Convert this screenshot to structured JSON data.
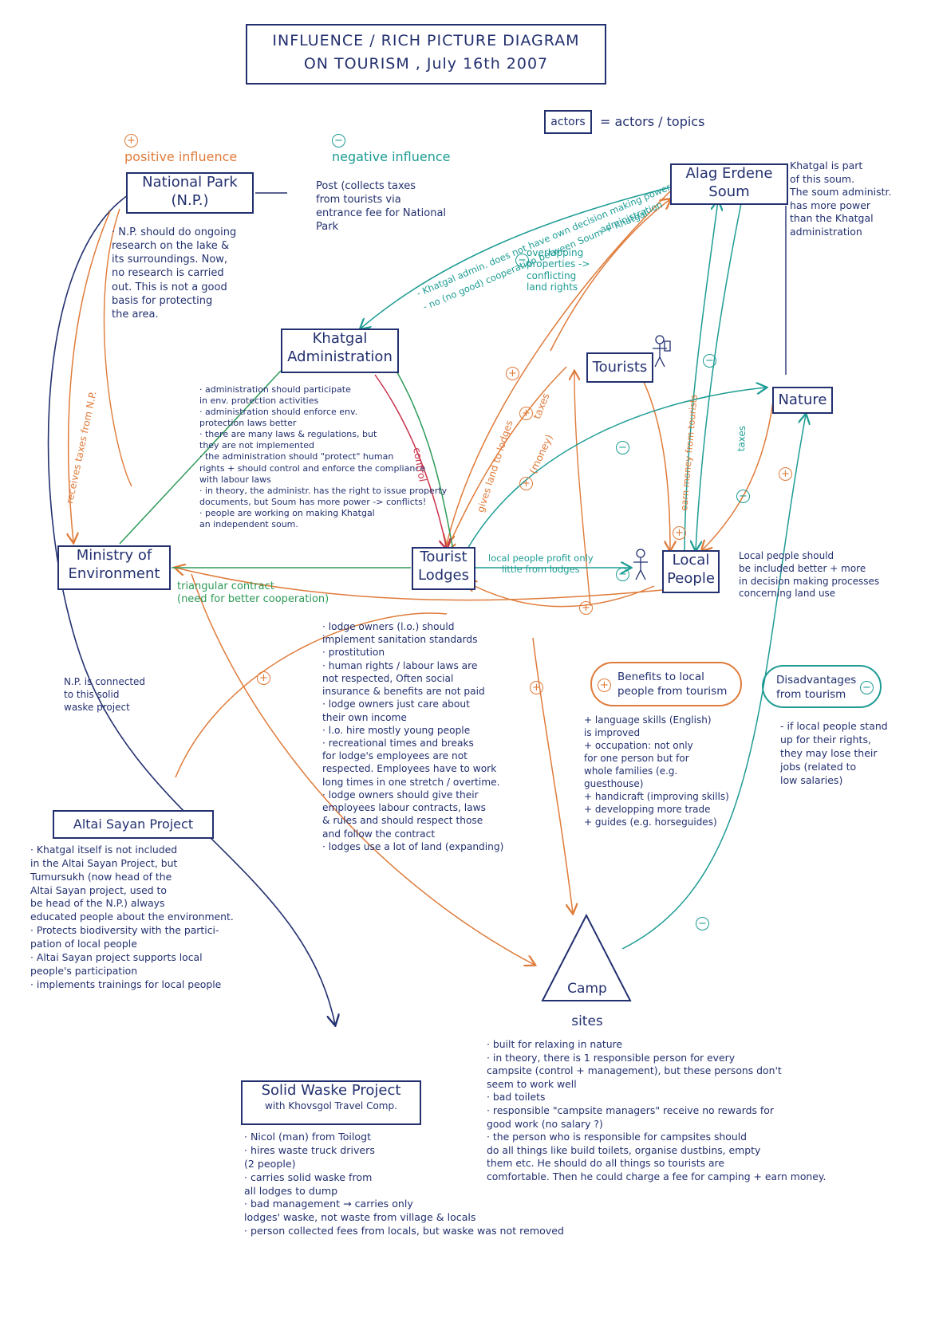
{
  "title": {
    "line1": "INFLUENCE / RICH PICTURE DIAGRAM",
    "line2": "ON TOURISM ,  July 16th 2007"
  },
  "legend": {
    "positive_symbol": "+",
    "positive_label": "positive influence",
    "negative_symbol": "−",
    "negative_label": "negative influence",
    "actors_box": "actors",
    "actors_label": "= actors / topics"
  },
  "colors": {
    "navy": "#23306f",
    "orange": "#df7b3a",
    "teal": "#1e9c94",
    "green": "#2e9a58",
    "red": "#c8314a"
  },
  "actors": {
    "national_park": {
      "line1": "National Park",
      "line2": "(N.P.)"
    },
    "alag_erdene": {
      "line1": "Alag Erdene",
      "line2": "Soum"
    },
    "khatgal": {
      "line1": "Khatgal",
      "line2": "Administration"
    },
    "tourists": {
      "line1": "Tourists"
    },
    "nature": {
      "line1": "Nature"
    },
    "ministry": {
      "line1": "Ministry of",
      "line2": "Environment"
    },
    "tourist_lodges": {
      "line1": "Tourist",
      "line2": "Lodges"
    },
    "local_people": {
      "line1": "Local",
      "line2": "People"
    },
    "altai": {
      "line1": "Altai Sayan Project"
    },
    "camp_sites": {
      "line1": "Camp",
      "line2": "sites"
    },
    "solid_waste": {
      "line1": "Solid Waske Project",
      "line2": "with Khovsgol Travel Comp."
    }
  },
  "notes": {
    "post": "Post (collects taxes\nfrom tourists via\nentrance fee for National\nPark",
    "soum_power": "Khatgal is part\nof this soum.\nThe soum administr.\nhas more power\nthan the Khatgal\nadministration",
    "np_research": "· N.P. should do ongoing\nresearch on the lake &\nits surroundings. Now,\nno research is carried\nout. This is not a good\nbasis for protecting\nthe area.",
    "khatgal_notes": "· administration should participate\n  in env. protection activities\n· administration should enforce env.\n  protection laws better\n· there are many laws & regulations, but\n  they are not implemented\n· the administration should \"protect\" human\n  rights + should control and enforce the compliance\n  with labour laws\n· in theory, the administr. has the right to issue property\n  documents, but Soum has more power -> conflicts!\n· people are working on making Khatgal\n  an independent soum.",
    "local_people": "Local people should\nbe included better + more\nin decision making processes\nconcerning land use",
    "np_connected": "N.P. is connected\nto this solid\nwaske project",
    "lodge_notes": "· lodge owners (l.o.) should\n  implement sanitation standards\n· prostitution\n· human rights / labour laws are\n  not respected, Often social\n  insurance & benefits are not paid\n· lodge owners just care about\n  their own income\n· l.o. hire mostly young people\n· recreational times and breaks\n  for lodge's employees are not\n  respected. Employees have to work\n  long times in one stretch / overtime.\n· lodge owners should give their\n  employees labour contracts, laws\n  & rules and should respect those\n  and follow the contract\n· lodges use a lot of land (expanding)",
    "benefits_title": "Benefits to local\npeople from tourism",
    "benefits_list": "+ language skills (English)\n   is improved\n+ occupation: not only\n   for one person but for\n   whole families (e.g.\n   guesthouse)\n+ handicraft (improving skills)\n+ developping more trade\n+ guides (e.g. horseguides)",
    "disadv_title": "Disadvantages\nfrom tourism",
    "disadv_list": "- if local people stand\n  up for their rights,\n  they may lose their\n  jobs (related to\n  low salaries)",
    "altai_notes": "· Khatgal itself is not included\n  in the Altai Sayan Project, but\n  Tumursukh (now head of the\n  Altai Sayan project, used to\n  be head of the N.P.) always\n  educated people about the environment.\n· Protects biodiversity with the partici-\n  pation of local people\n· Altai Sayan project supports local\n  people's participation\n· implements trainings for local people",
    "camp_notes": "· built for relaxing in nature\n· in theory, there is 1 responsible person for every\n  campsite (control + management), but these persons don't\n  seem to work well\n· bad  toilets\n· responsible \"campsite managers\" receive no rewards for\n  good work (no salary ?)\n· the person who is responsible for campsites should\n  do all things like build toilets, organise dustbins, empty\n  them  etc.  He should do all things so tourists are\n  comfortable. Then he could charge a fee for camping + earn money.",
    "waste_notes": "· Nicol (man) from Toilogt\n· hires waste truck drivers\n  (2 people)\n· carries solid waske from\n  all lodges to dump\n· bad management → carries only\n  lodges' waske, not waste from village & locals\n· person collected fees from locals, but waske was not removed"
  },
  "edge_labels": {
    "soum_khatgal_1": "- Khatgal admin. does not have own decision making power",
    "soum_khatgal_2": "- no (no good) cooperation between Soum + Khatgal",
    "soum_khatgal_3": "administration",
    "overlapping": "overlapping\nproperties ->\nconflicting\nland rights",
    "receives_taxes": "receives taxes from N.P.",
    "gives_land": "gives land to lodges",
    "taxes_tourists": "taxes",
    "money": "(money)",
    "earn_money": "earn money from tourists",
    "taxes_soum": "taxes",
    "control": "control",
    "lodge_profit": "local people profit only\nlittle from lodges",
    "triangular": "triangular contract\n(need for better cooperation)"
  }
}
